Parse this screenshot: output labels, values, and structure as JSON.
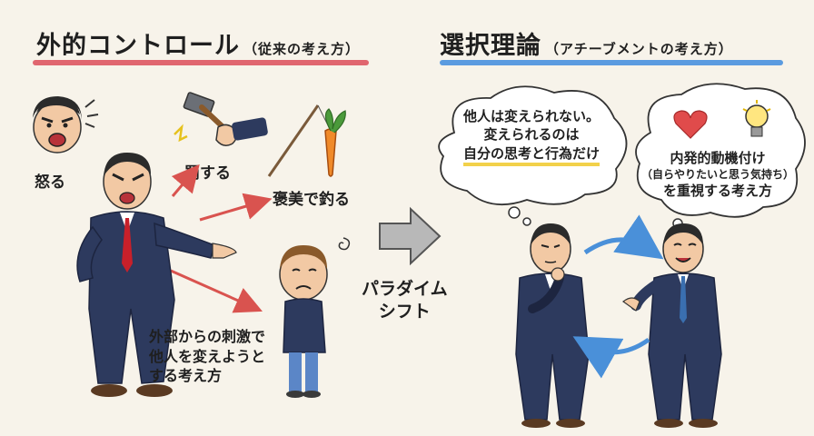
{
  "left": {
    "title": "外的コントロール",
    "subtitle": "（従来の考え方）",
    "labels": {
      "angry": "怒る",
      "punish": "罰する",
      "reward": "褒美で釣る",
      "description_lines": [
        "外部からの刺激で",
        "他人を変えようと",
        "する考え方"
      ]
    },
    "underline_color": "#e0666f"
  },
  "center": {
    "arrow_text_lines": [
      "パラダイム",
      "シフト"
    ]
  },
  "right": {
    "title": "選択理論",
    "subtitle": "（アチーブメントの考え方）",
    "underline_color": "#5b9be0",
    "thought1_lines": [
      "他人は変えられない。",
      "変えられるのは",
      "自分の思考と行為だけ"
    ],
    "thought2_lines": [
      "内発的動機付け",
      "（自らやりたいと思う気持ち）",
      "を重視する考え方"
    ],
    "icons": [
      "heart-icon",
      "lightbulb-icon"
    ]
  },
  "colors": {
    "red_arrow": "#d9534f",
    "blue_arrow": "#4a90d9",
    "suit": "#2d3a5e"
  }
}
